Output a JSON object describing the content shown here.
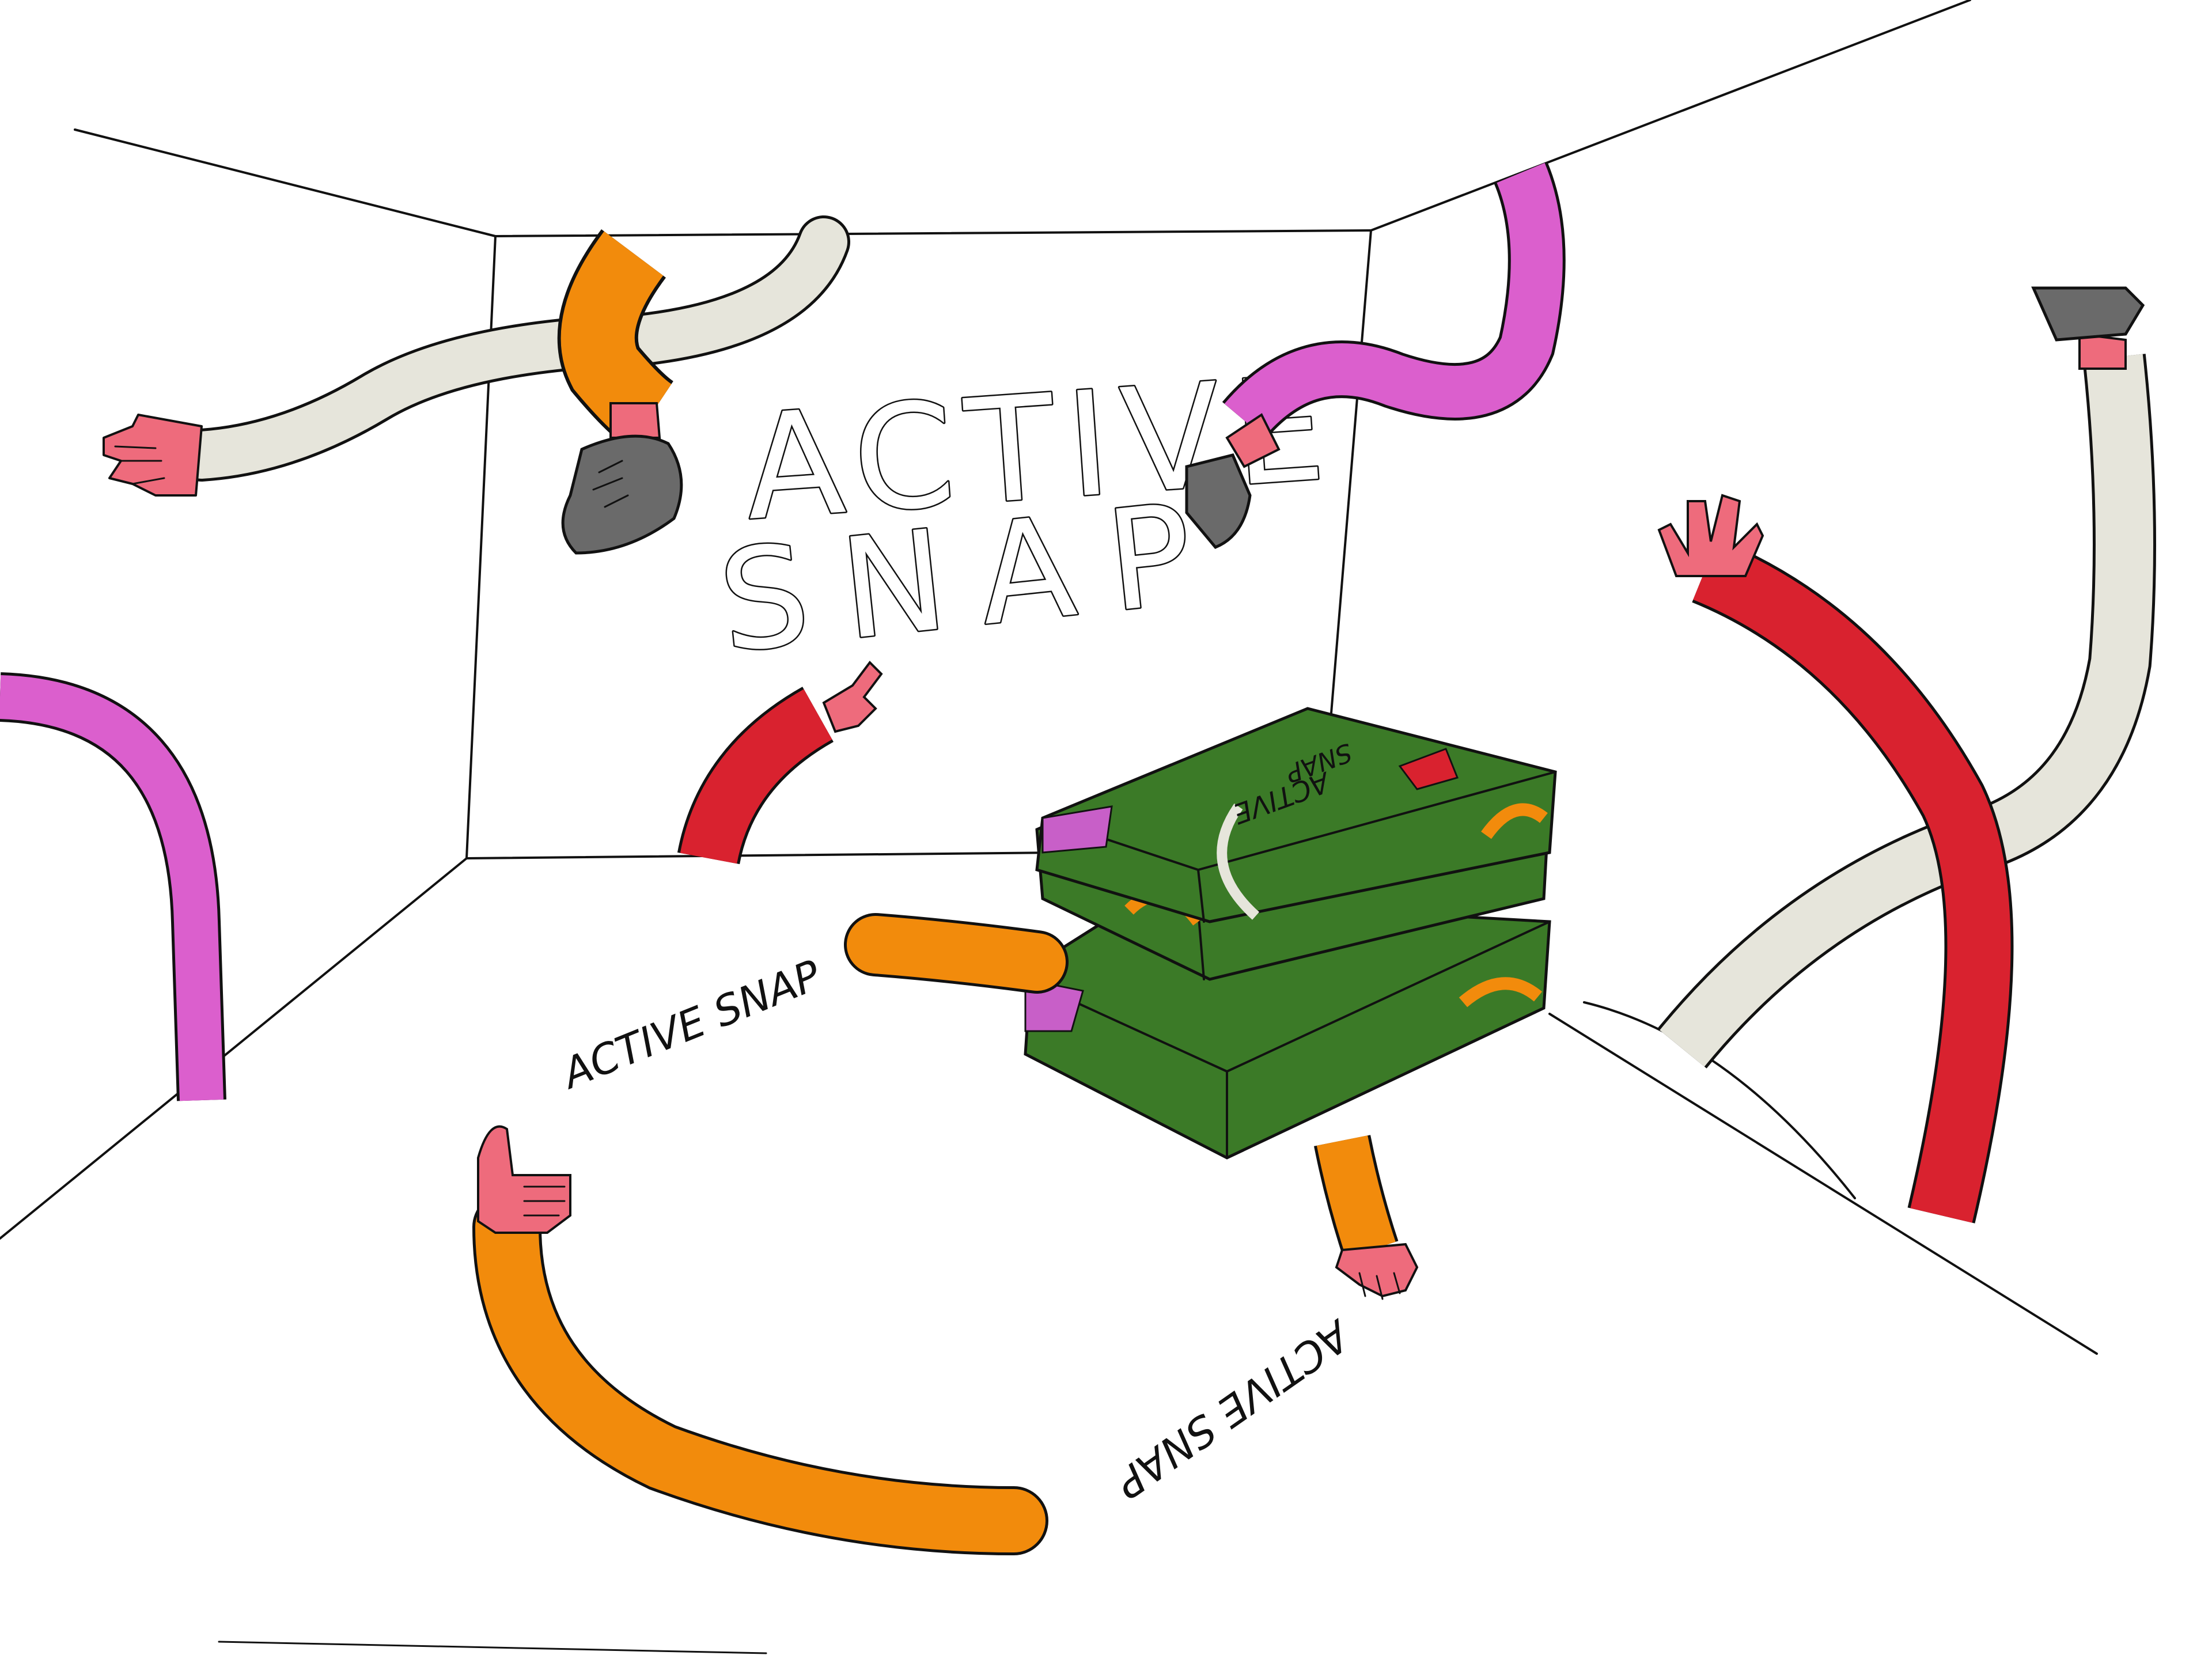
{
  "scene": {
    "wall_sign": {
      "line1": "ACTIVE",
      "line2": "SNAP"
    },
    "floor_lettering": {
      "upper_arc": "ACTIVE SNAP",
      "lower_arc": "ACTIVE SNAP"
    },
    "box_stack": {
      "top_box_label_line1": "ACTIVE",
      "top_box_label_line2": "SNAP"
    },
    "colors": {
      "outline": "#111111",
      "wall": "#ffffff",
      "floor": "#ffffff",
      "orange_sleeve": "#f28b0c",
      "pink_sleeve": "#db5fcd",
      "red_sleeve": "#d9222f",
      "cream_sleeve": "#e6e5db",
      "hand_skin": "#ee6b7c",
      "shoe_gray": "#6a6a6a",
      "box_green": "#3b7a27",
      "box_pink": "#c85fc8"
    }
  }
}
